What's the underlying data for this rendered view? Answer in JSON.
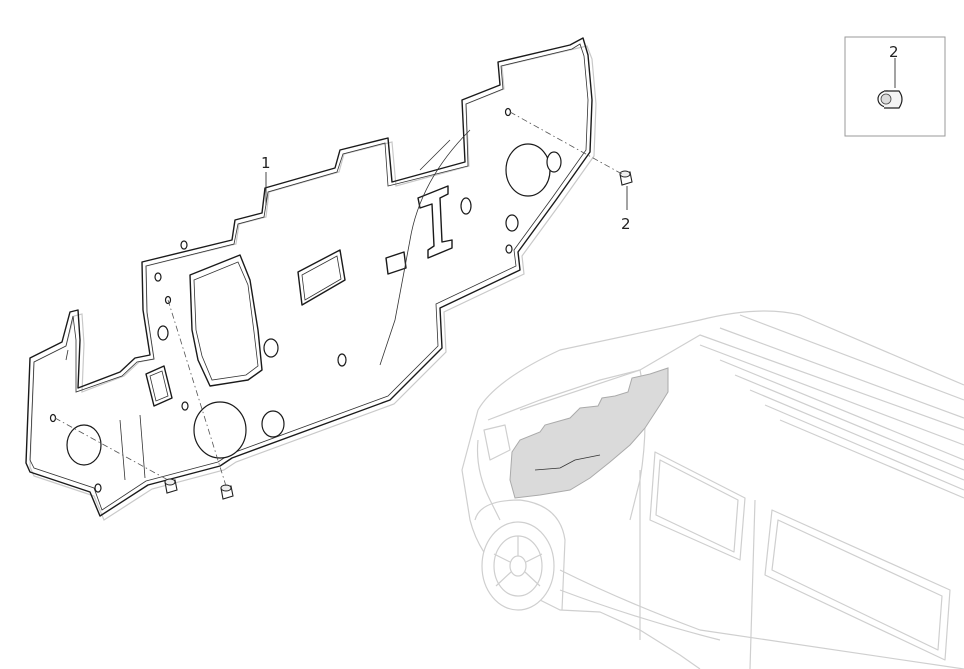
{
  "callouts": {
    "part_1": "1",
    "part_2": "2",
    "inset_part_2": "2"
  },
  "colors": {
    "line": "#1a1a1a",
    "vehicle_ghost": "#cfcfcf",
    "highlight": "#dadada",
    "inset_border": "#9a9a9a"
  }
}
